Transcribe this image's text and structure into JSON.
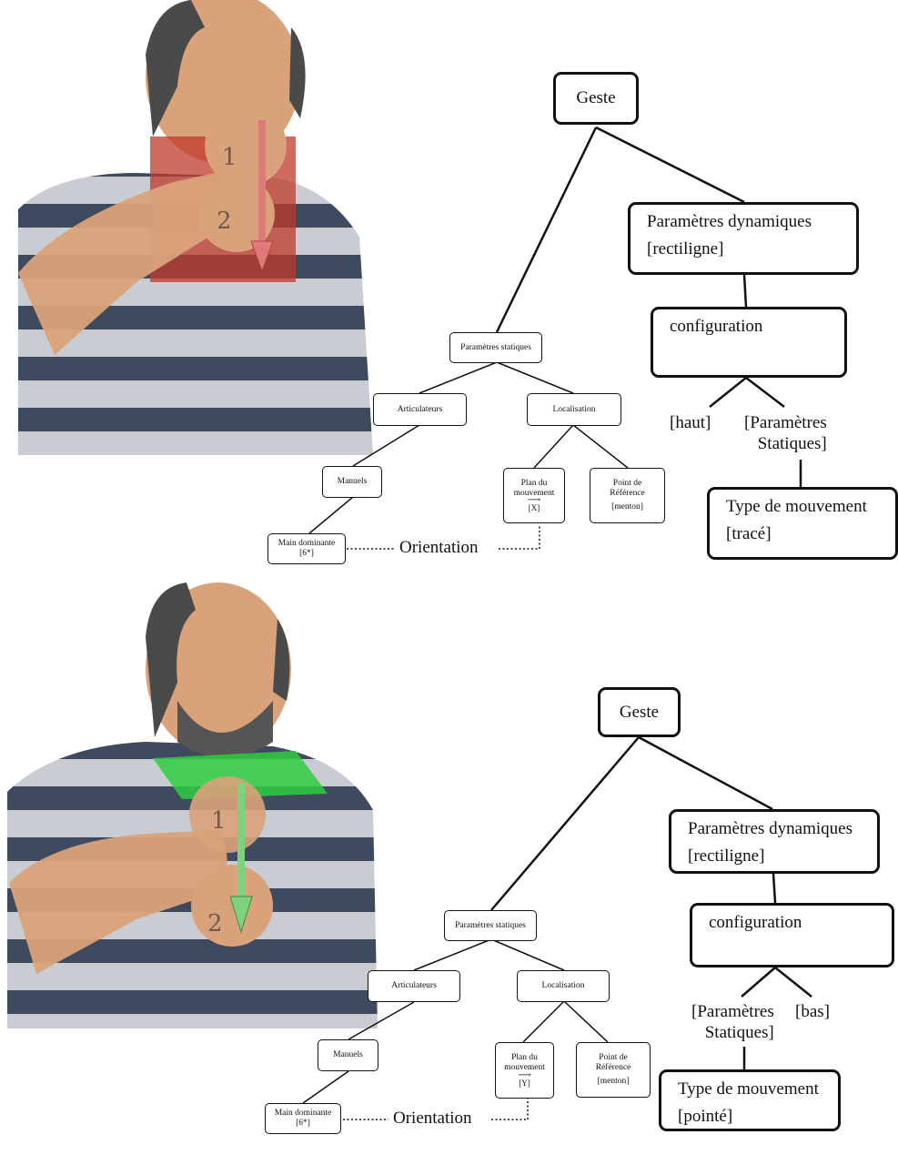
{
  "panels": [
    {
      "id": "top",
      "marker": "red",
      "labels": {
        "step1": "1",
        "step2": "2"
      },
      "tree": {
        "geste": "Geste",
        "static": "Paramètres statiques",
        "articulateurs": "Articulateurs",
        "localisation": "Localisation",
        "manuels": "Manuels",
        "main_line1": "Main dominante",
        "main_line2": "[6*]",
        "plan_line1": "Plan du",
        "plan_line2": "mouvement",
        "plan_vector": "[X]",
        "point_line1": "Point de",
        "point_line2": "Référence",
        "point_line3": "[menton]",
        "orientation": "Orientation",
        "dynamic_line1": "Paramètres dynamiques",
        "dynamic_line2": "[rectiligne]",
        "configuration": "configuration",
        "branch_left": "[haut]",
        "branch_right_line1": "[Paramètres",
        "branch_right_line2": "Statiques]",
        "type_line1": "Type de mouvement",
        "type_line2": "[tracé]"
      }
    },
    {
      "id": "bottom",
      "marker": "green",
      "labels": {
        "step1": "1",
        "step2": "2"
      },
      "tree": {
        "geste": "Geste",
        "static": "Paramètres statiques",
        "articulateurs": "Articulateurs",
        "localisation": "Localisation",
        "manuels": "Manuels",
        "main_line1": "Main dominante",
        "main_line2": "[6*]",
        "plan_line1": "Plan du",
        "plan_line2": "mouvement",
        "plan_vector": "[Y]",
        "point_line1": "Point de",
        "point_line2": "Référence",
        "point_line3": "[menton]",
        "orientation": "Orientation",
        "dynamic_line1": "Paramètres dynamiques",
        "dynamic_line2": "[rectiligne]",
        "configuration": "configuration",
        "branch_left_line1": "[Paramètres",
        "branch_left_line2": "Statiques]",
        "branch_right": "[bas]",
        "type_line1": "Type de mouvement",
        "type_line2": "[pointé]"
      }
    }
  ],
  "colors": {
    "red_zone": "#c0392b",
    "red_arrow": "#e07a7a",
    "green_zone": "#2ecc40",
    "green_arrow": "#7ed27e",
    "skin": "#d9a27a",
    "shirt_dark": "#3e4a5e",
    "shirt_light": "#c9ccd2"
  }
}
